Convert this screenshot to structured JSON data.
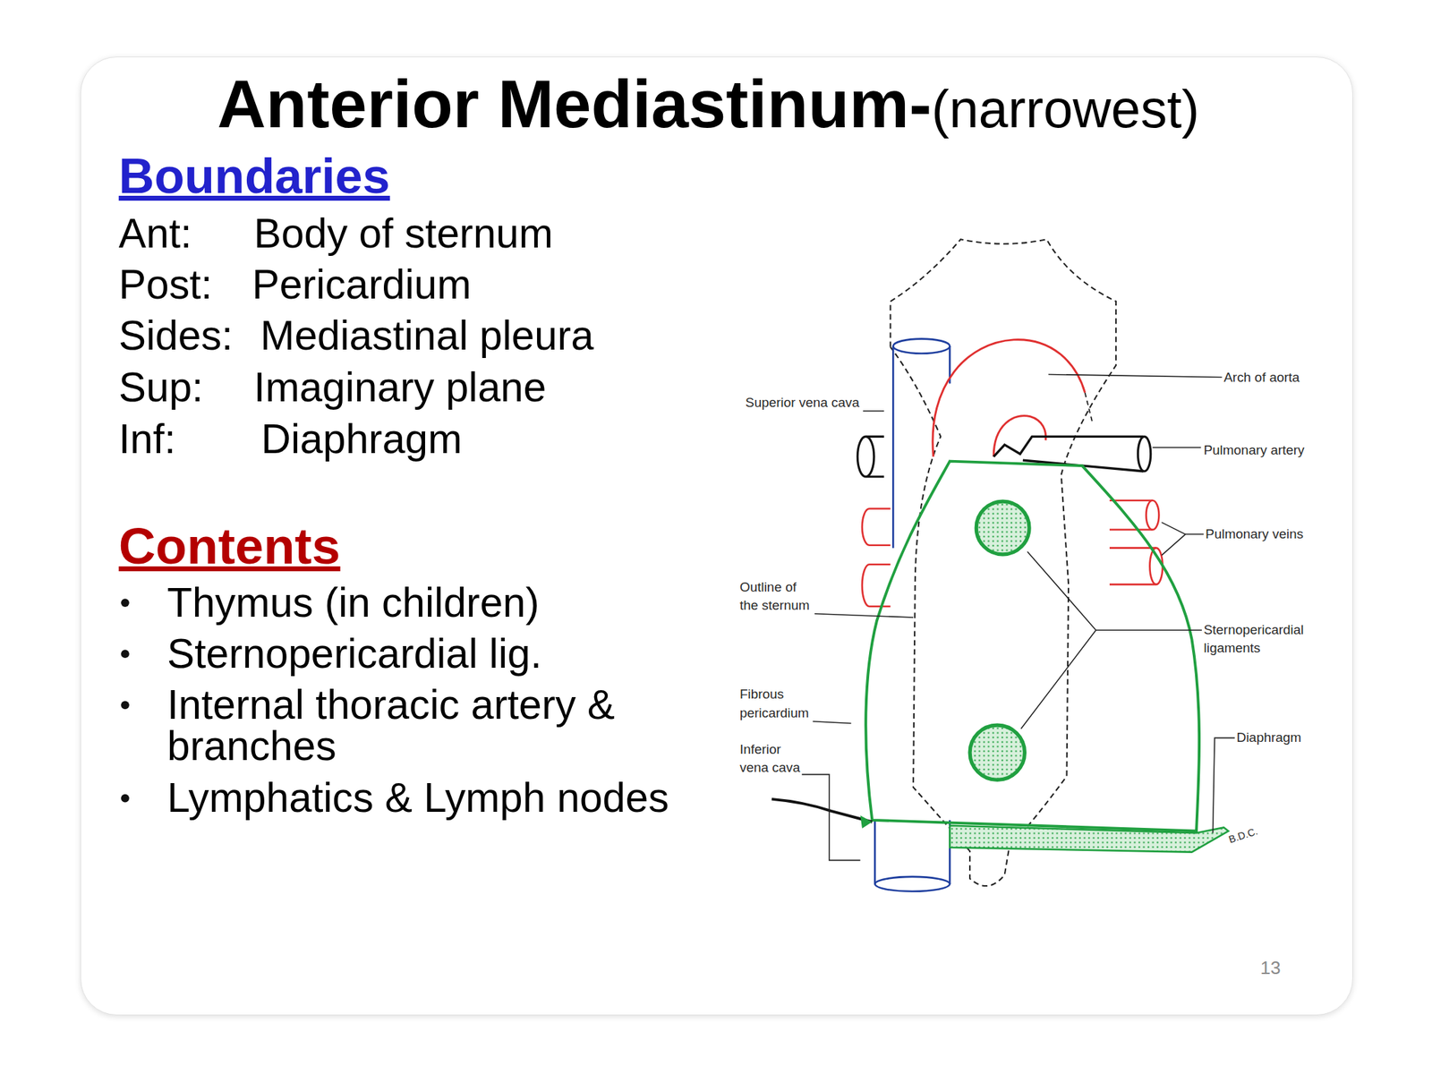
{
  "diagram": {
    "title": "Anterior Mediastinum-",
    "labels": [
      "(narrowest)",
      "Boundaries",
      "Ant:",
      "Body of sternum",
      "Post:",
      "Pericardium",
      "Sides:",
      "Mediastinal pleura",
      "Sup:",
      "Imaginary plane",
      "Inf:",
      "Diaphragm",
      "Contents",
      "Thymus (in children)",
      "Sternopericardial lig.",
      "Internal thoracic artery & branches",
      "Lymphatics & Lymph nodes",
      "Arch of aorta",
      "Superior vena cava",
      "Pulmonary artery",
      "Pulmonary veins",
      "Outline of the sternum",
      "Sternopericardial ligaments",
      "Fibrous pericardium",
      "Diaphragm",
      "Inferior vena cava",
      "B.D.C.",
      "13"
    ]
  }
}
